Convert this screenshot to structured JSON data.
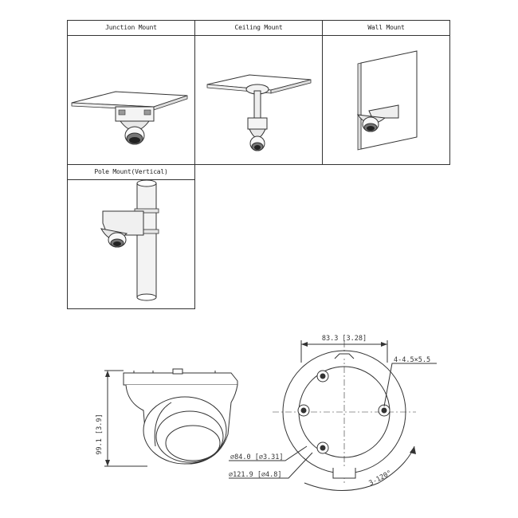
{
  "mounts": {
    "junction": {
      "label": "Junction Mount"
    },
    "ceiling": {
      "label": "Ceiling Mount"
    },
    "wall": {
      "label": "Wall Mount"
    },
    "pole": {
      "label": "Pole Mount(Vertical)"
    }
  },
  "dimensions": {
    "height": "99.1 [3.9]",
    "width": "83.3 [3.28]",
    "holes": "4-4.5×5.5",
    "inner_diameter": "⌀84.0 [⌀3.31]",
    "outer_diameter": "⌀121.9 [⌀4.8]",
    "angle": "3-120°"
  }
}
